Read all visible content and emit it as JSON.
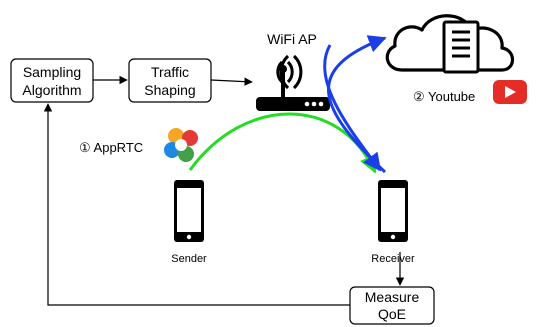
{
  "boxes": {
    "sampling": [
      "Sampling",
      "Algorithm"
    ],
    "traffic": [
      "Traffic",
      "Shaping"
    ],
    "measure": [
      "Measure",
      "QoE"
    ]
  },
  "wifi_ap": "WiFi AP",
  "apprtc_label": "① AppRTC",
  "youtube_label": "② Youtube",
  "sender_label": "Sender",
  "receiver_label": "Receiver",
  "colors": {
    "apprtc_flow": "#22dd22",
    "youtube_flow": "#1a3ee8",
    "youtube_red": "#e52d27",
    "stroke": "#000000"
  },
  "icons": [
    "router-icon",
    "cloud-server-icon",
    "youtube-play-icon",
    "webrtc-logo-icon",
    "phone-icon"
  ]
}
